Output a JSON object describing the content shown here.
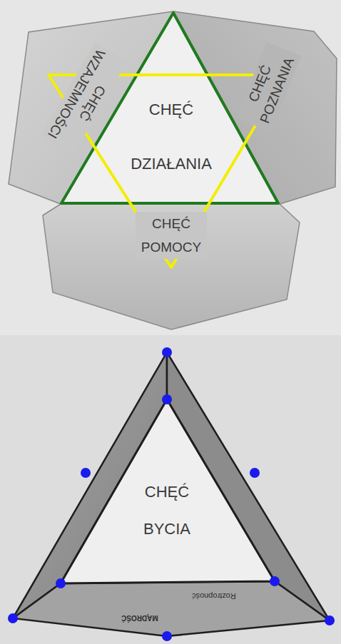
{
  "diagram": {
    "nodes": [
      {
        "text": [
          "CHĘĆ DZIAŁANIA"
        ]
      },
      {
        "text": [
          "CHĘĆ WZAJEMNOŚCI"
        ]
      },
      {
        "text": [
          "CHĘĆ POZNANIA"
        ]
      },
      {
        "text": [
          "CHĘĆ POMOCY"
        ]
      },
      {
        "text": [
          "CHĘĆ BYCIA"
        ]
      }
    ],
    "labels": [
      "Roztropność",
      "MĄDROŚĆ"
    ]
  }
}
